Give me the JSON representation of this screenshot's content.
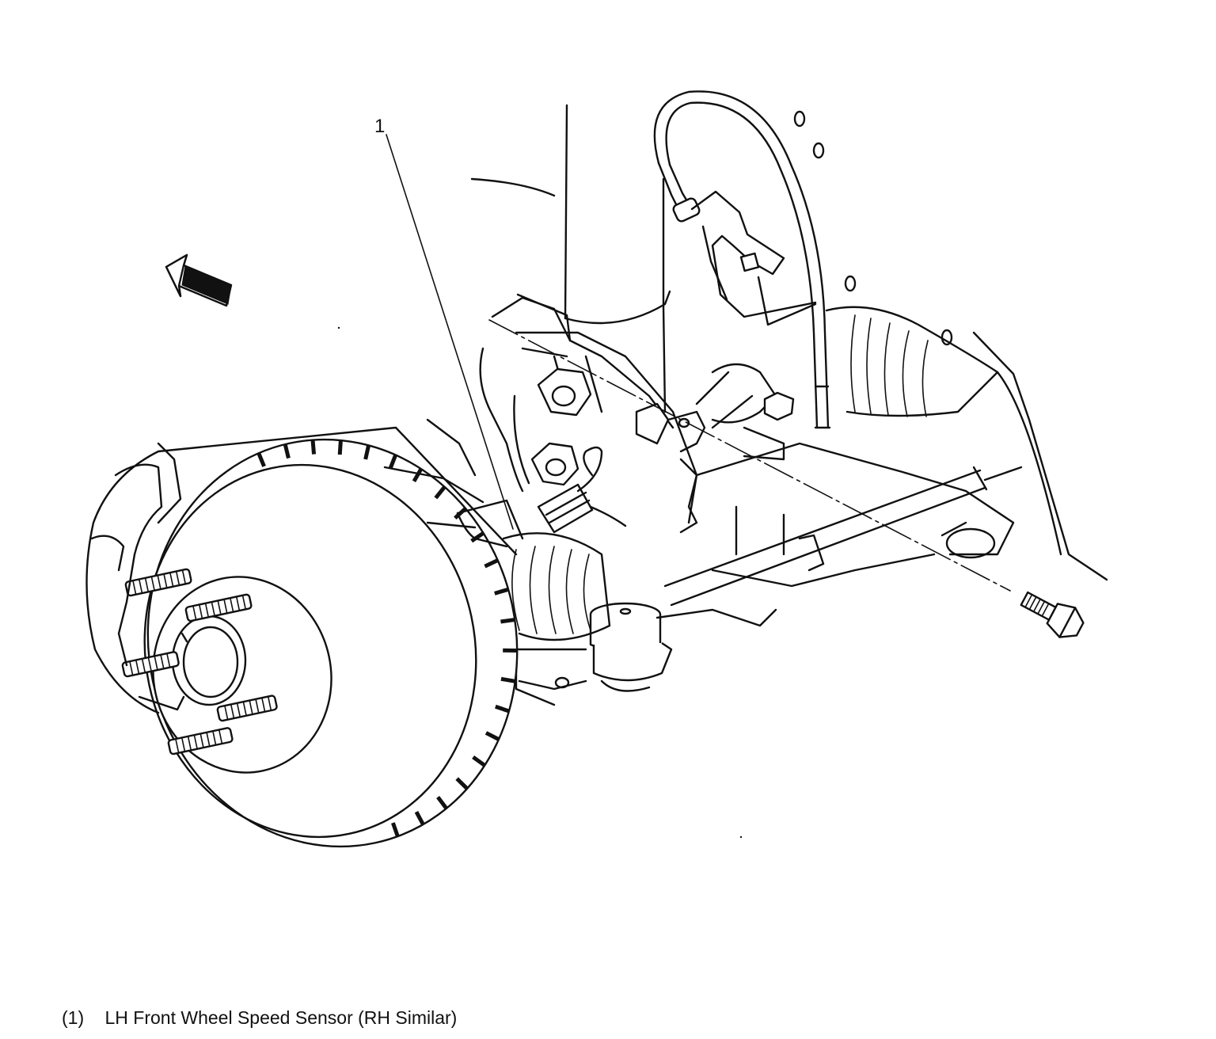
{
  "callouts": [
    {
      "number": "1"
    }
  ],
  "legend": [
    {
      "number": "(1)",
      "text": "LH Front Wheel Speed Sensor (RH Similar)"
    }
  ],
  "icons": [
    "direction-arrow-icon"
  ]
}
